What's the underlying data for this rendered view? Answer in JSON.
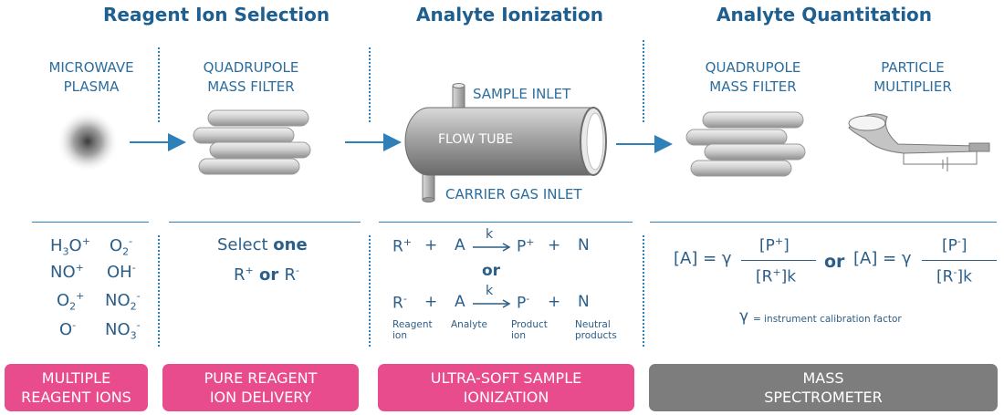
{
  "headers": {
    "h1": "Reagent Ion Selection",
    "h2": "Analyte Ionization",
    "h3": "Analyte Quantitation"
  },
  "labels": {
    "microwave_1": "MICROWAVE",
    "microwave_2": "PLASMA",
    "quad1_1": "QUADRUPOLE",
    "quad1_2": "MASS FILTER",
    "sample_inlet": "SAMPLE INLET",
    "flow_tube": "FLOW TUBE",
    "carrier_gas_inlet": "CARRIER GAS INLET",
    "quad2_1": "QUADRUPOLE",
    "quad2_2": "MASS FILTER",
    "particle_1": "PARTICLE",
    "particle_2": "MULTIPLIER"
  },
  "ions": {
    "h3o_base": "H",
    "h3o_sub": "3",
    "h3o_tail": "O",
    "h3o_sup": "+",
    "o2m_base": "O",
    "o2m_sub": "2",
    "o2m_sup": "-",
    "no_base": "NO",
    "no_sup": "+",
    "oh_base": "OH",
    "oh_sup": "-",
    "o2p_base": "O",
    "o2p_sub": "2",
    "o2p_sup": "+",
    "no2_base": "NO",
    "no2_sub": "2",
    "no2_sup": "-",
    "om_base": "O",
    "om_sup": "-",
    "no3_base": "NO",
    "no3_sub": "3",
    "no3_sup": "-"
  },
  "select": {
    "line1_a": "Select ",
    "line1_b": "one",
    "r_base": "R",
    "r_plus": "+",
    "or": " or ",
    "r2_base": "R",
    "r_minus": "-"
  },
  "reaction": {
    "r1": "R",
    "r1_sup": "+",
    "plus": "+",
    "a": "A",
    "k": "k",
    "p1": "P",
    "p1_sup": "+",
    "n": "N",
    "or": "or",
    "r2": "R",
    "r2_sup": "-",
    "p2": "P",
    "p2_sup": "-",
    "cap_reagent_1": "Reagent",
    "cap_reagent_2": "ion",
    "cap_analyte": "Analyte",
    "cap_product_1": "Product",
    "cap_product_2": "ion",
    "cap_neutral_1": "Neutral",
    "cap_neutral_2": "products"
  },
  "quant": {
    "lhs": "[A] = γ",
    "num1": "[P",
    "num1_sup": "+",
    "num1_close": "]",
    "den1": "[R",
    "den1_sup": "+",
    "den1_close": "]k",
    "or": "or",
    "num2": "[P",
    "num2_sup": "-",
    "num2_close": "]",
    "den2": "[R",
    "den2_sup": "-",
    "den2_close": "]k",
    "gamma": "γ",
    "gamma_note": "= instrument calibration factor"
  },
  "boxes": {
    "b1_1": "MULTIPLE",
    "b1_2": "REAGENT IONS",
    "b2_1": "PURE REAGENT",
    "b2_2": "ION DELIVERY",
    "b3_1": "ULTRA-SOFT SAMPLE",
    "b3_2": "IONIZATION",
    "b4_1": "MASS",
    "b4_2": "SPECTROMETER"
  },
  "colors": {
    "heading_blue": "#1f5f8f",
    "line_blue": "#2f7fb8",
    "pink": "#e84c8c",
    "gray": "#7d7d7d"
  }
}
